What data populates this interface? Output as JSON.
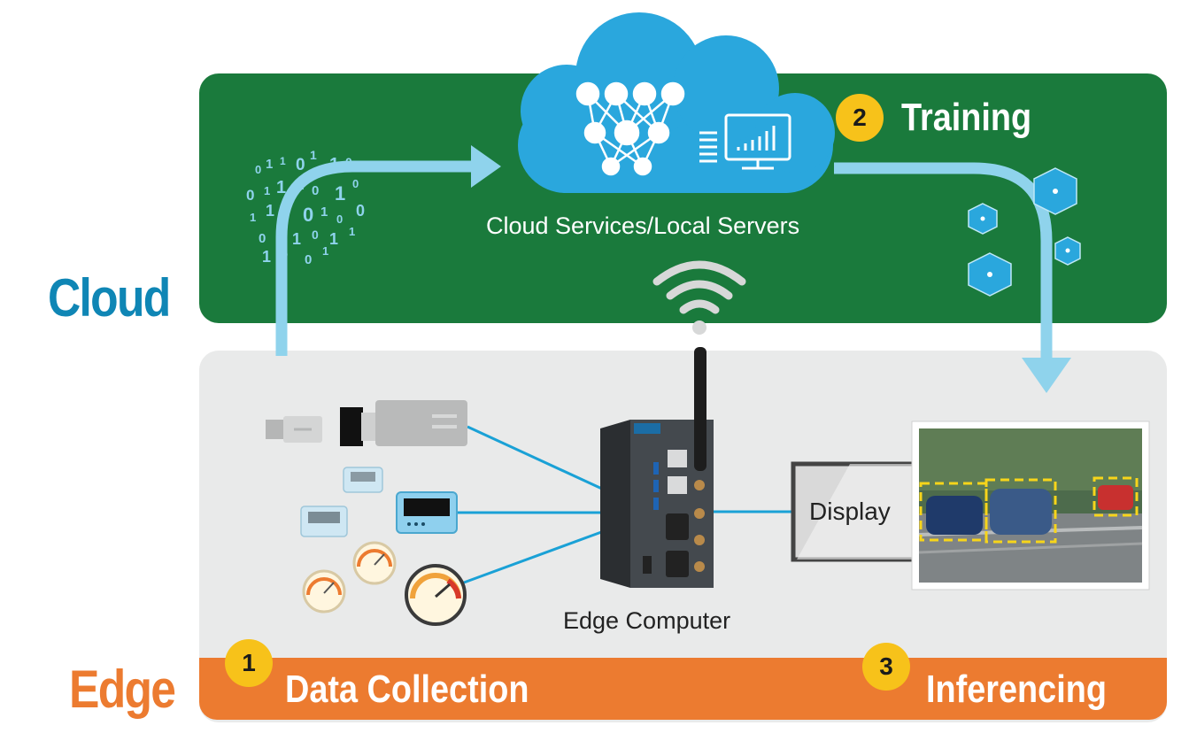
{
  "cloud": {
    "side_label": "Cloud",
    "server_caption": "Cloud Services/Local Servers",
    "step_number": "2",
    "step_label": "Training"
  },
  "edge": {
    "side_label": "Edge",
    "device_caption": "Edge Computer",
    "display_label": "Display",
    "step1_number": "1",
    "step1_label": "Data Collection",
    "step3_number": "3",
    "step3_label": "Inferencing"
  },
  "colors": {
    "cloud_band": "#1a7a3c",
    "edge_band": "#ec7b30",
    "edge_panel": "#e9eaea",
    "cloud_label": "#0f86b5",
    "edge_label": "#ec7b30",
    "arrow": "#8fd3ec",
    "badge": "#f7c21a"
  },
  "icons": [
    "cloud-icon",
    "neural-network-icon",
    "monitor-chart-icon",
    "binary-data-icon",
    "model-cube-icon",
    "wifi-icon",
    "camera-icon",
    "meter-icon",
    "gauge-icon",
    "edge-computer-device",
    "antenna-icon"
  ]
}
